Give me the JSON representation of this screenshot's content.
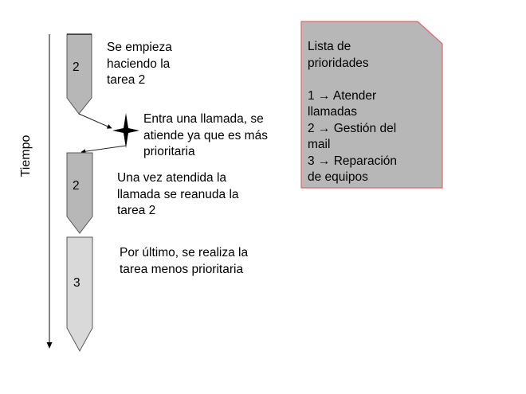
{
  "axis": {
    "label": "Tiempo"
  },
  "tasks": [
    {
      "number": "2",
      "fill": "#b7b7b7"
    },
    {
      "number": "2",
      "fill": "#b7b7b7"
    },
    {
      "number": "3",
      "fill": "#d9d9d9"
    }
  ],
  "annotations": {
    "start": "Se empieza\nhaciendo la\ntarea 2",
    "interrupt": "Entra una llamada, se\natiende ya que es más\nprioritaria",
    "resume": "Una vez atendida la\nllamada se reanuda la\ntarea 2",
    "last": "Por último, se realiza la\ntarea menos prioritaria"
  },
  "priority_note": {
    "title": "Lista de\nprioridades",
    "items": [
      {
        "rank": "1",
        "label": "Atender\nllamadas"
      },
      {
        "rank": "2",
        "label": "Gestión del\nmail"
      },
      {
        "rank": "3",
        "label": "Reparación\nde equipos"
      }
    ],
    "text": "Lista de\nprioridades\n\n1 → Atender\nllamadas\n2 → Gestión del\nmail\n3 → Reparación\nde equipos",
    "fill": "#b7b7b7",
    "border": "#e06666"
  },
  "colors": {
    "task_dark": "#b7b7b7",
    "task_light": "#d9d9d9",
    "stroke": "#595959",
    "interrupt_star": "#000000"
  }
}
